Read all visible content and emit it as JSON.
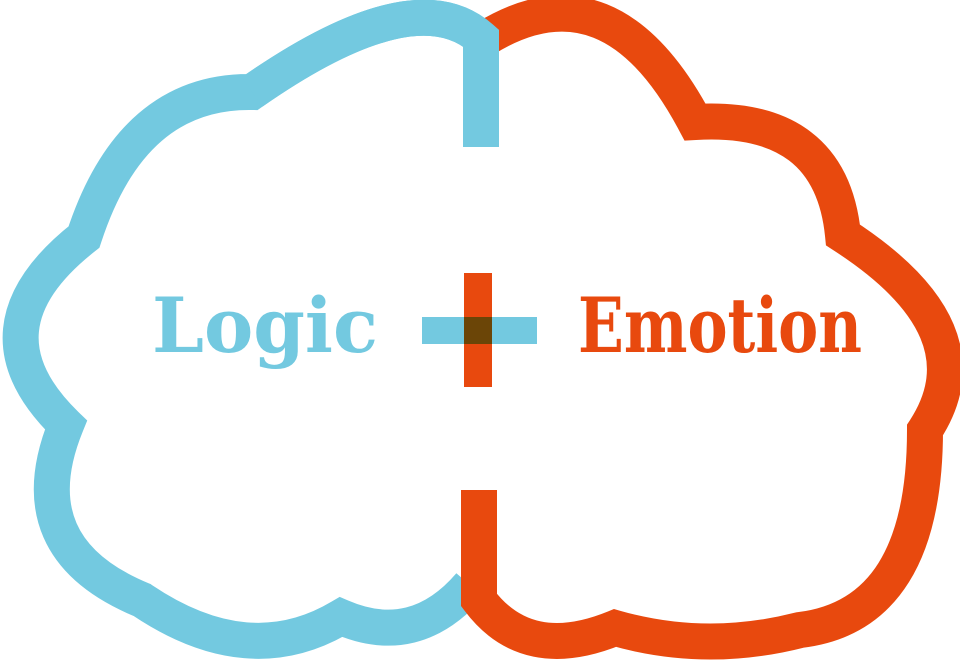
{
  "diagram": {
    "type": "brain-logo",
    "background": "#FFFFFF",
    "labels": {
      "left": "Logic",
      "right": "Emotion"
    },
    "colors": {
      "logic": "#73C9E0",
      "emotion": "#E8490E",
      "overlap": "#6B4507"
    },
    "icons": {
      "plus": "plus-icon"
    }
  }
}
